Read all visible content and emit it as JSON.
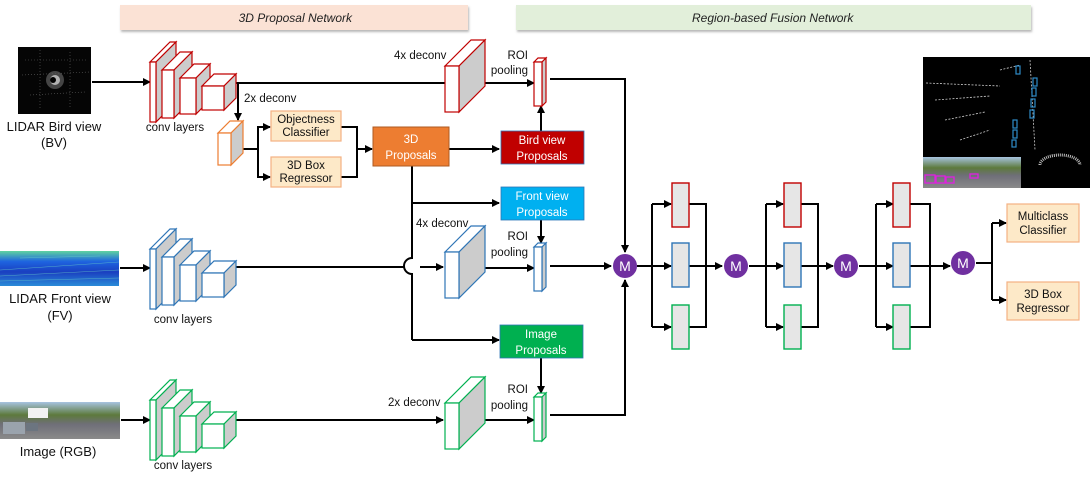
{
  "sections": {
    "proposal": {
      "label": "3D Proposal Network",
      "color": "#fbe2d5"
    },
    "fusion": {
      "label": "Region-based Fusion Network",
      "color": "#e2efda"
    }
  },
  "inputs": {
    "bv": {
      "line1": "LIDAR Bird view",
      "line2": "(BV)"
    },
    "fv": {
      "line1": "LIDAR Front view",
      "line2": "(FV)"
    },
    "rgb": {
      "line1": "Image (RGB)"
    }
  },
  "labels": {
    "conv_layers": "conv layers",
    "deconv_2x": "2x deconv",
    "deconv_4x": "4x deconv",
    "roi_line1": "ROI",
    "roi_line2": "pooling",
    "merge": "M"
  },
  "boxes": {
    "objectness": {
      "line1": "Objectness",
      "line2": "Classifier"
    },
    "box_regressor": {
      "line1": "3D Box",
      "line2": "Regressor"
    },
    "proposals_3d": {
      "line1": "3D",
      "line2": "Proposals"
    },
    "bird_view_proposals": {
      "line1": "Bird view",
      "line2": "Proposals"
    },
    "front_view_proposals": {
      "line1": "Front view",
      "line2": "Proposals"
    },
    "image_proposals": {
      "line1": "Image",
      "line2": "Proposals"
    },
    "multiclass": {
      "line1": "Multiclass",
      "line2": "Classifier"
    },
    "final_regressor": {
      "line1": "3D Box",
      "line2": "Regressor"
    }
  },
  "colors": {
    "bv_branch": "#c00000",
    "fv_branch": "#2e75b6",
    "rgb_branch": "#00b050",
    "rpn_branch": "#ed7d31",
    "proposals_3d_fill": "#ed7d31",
    "bird_view_fill": "#c00000",
    "front_view_fill": "#00b0f0",
    "image_fill": "#00b050",
    "head_fill": "#fde9c8",
    "head_border": "#f4b183",
    "merge_fill": "#7030a0",
    "layer_side": "#cccccc",
    "fusion_block_fill": "#e6e6e6"
  }
}
